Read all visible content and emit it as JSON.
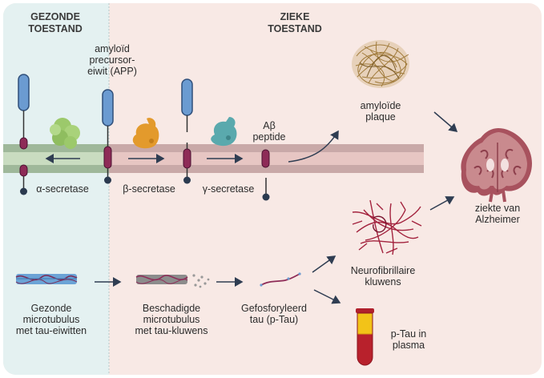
{
  "headers": {
    "healthy": "GEZONDE\nTOESTAND",
    "diseased": "ZIEKE\nTOESTAND"
  },
  "labels": {
    "app": "amyloïd\nprecursor-\neiwit (APP)",
    "alpha": "α-secretase",
    "beta": "β-secretase",
    "gamma": "γ-secretase",
    "abeta": "Aβ\npeptide",
    "plaque": "amyloïde\nplaque",
    "alzheimer": "ziekte van\nAlzheimer",
    "tangles": "Neurofibrillaire\nkluwens",
    "healthy_mt": "Gezonde\nmicrotubulus\nmet tau-eiwitten",
    "damaged_mt": "Beschadigde\nmicrotubulus\nmet tau-kluwens",
    "ptau": "Gefosforyleerd\ntau (p-Tau)",
    "ptau_plasma": "p-Tau in\nplasma"
  },
  "colors": {
    "healthy_bg": "#e4f1f1",
    "diseased_bg": "#f8e9e5",
    "receptor_blue": "#6b9bd1",
    "receptor_maroon": "#8e2b57",
    "alpha_enzyme": "#9cc96b",
    "beta_enzyme": "#e39a2c",
    "gamma_enzyme": "#5aa9ad",
    "plaque": "#a07a3a",
    "tangle": "#a3233e",
    "brain": "#a8525e",
    "blood": "#a51f2b",
    "plasma": "#f2c318"
  }
}
